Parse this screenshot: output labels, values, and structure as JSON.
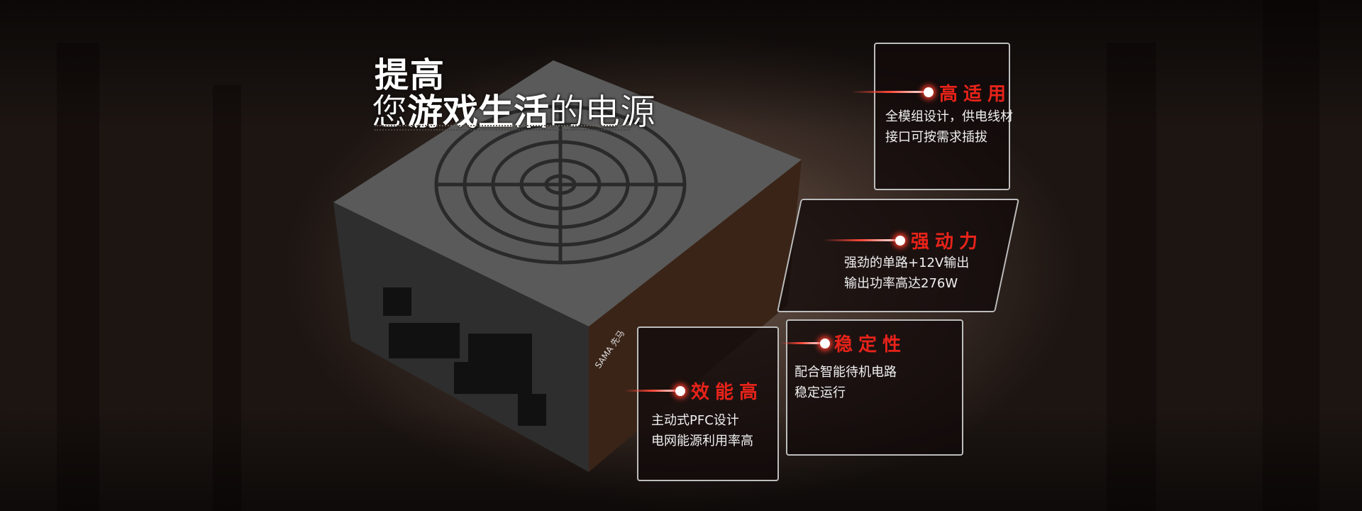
{
  "headline": {
    "line1": "提高",
    "line2_a": "您",
    "line2_b": "游戏生活",
    "line2_c": "的电源"
  },
  "product": {
    "brand": "SAMA 先马"
  },
  "features": [
    {
      "title": "高适用",
      "lines": [
        "全模组设计，供电线材",
        "接口可按需求插拔"
      ]
    },
    {
      "title": "强动力",
      "lines": [
        "强劲的单路+12V输出",
        "输出功率高达276W"
      ]
    },
    {
      "title": "稳定性",
      "lines": [
        "配合智能待机电路",
        "稳定运行"
      ]
    },
    {
      "title": "效能高",
      "lines": [
        "主动式PFC设计",
        "电网能源利用率高"
      ]
    }
  ],
  "colors": {
    "accent": "#e8231a"
  }
}
